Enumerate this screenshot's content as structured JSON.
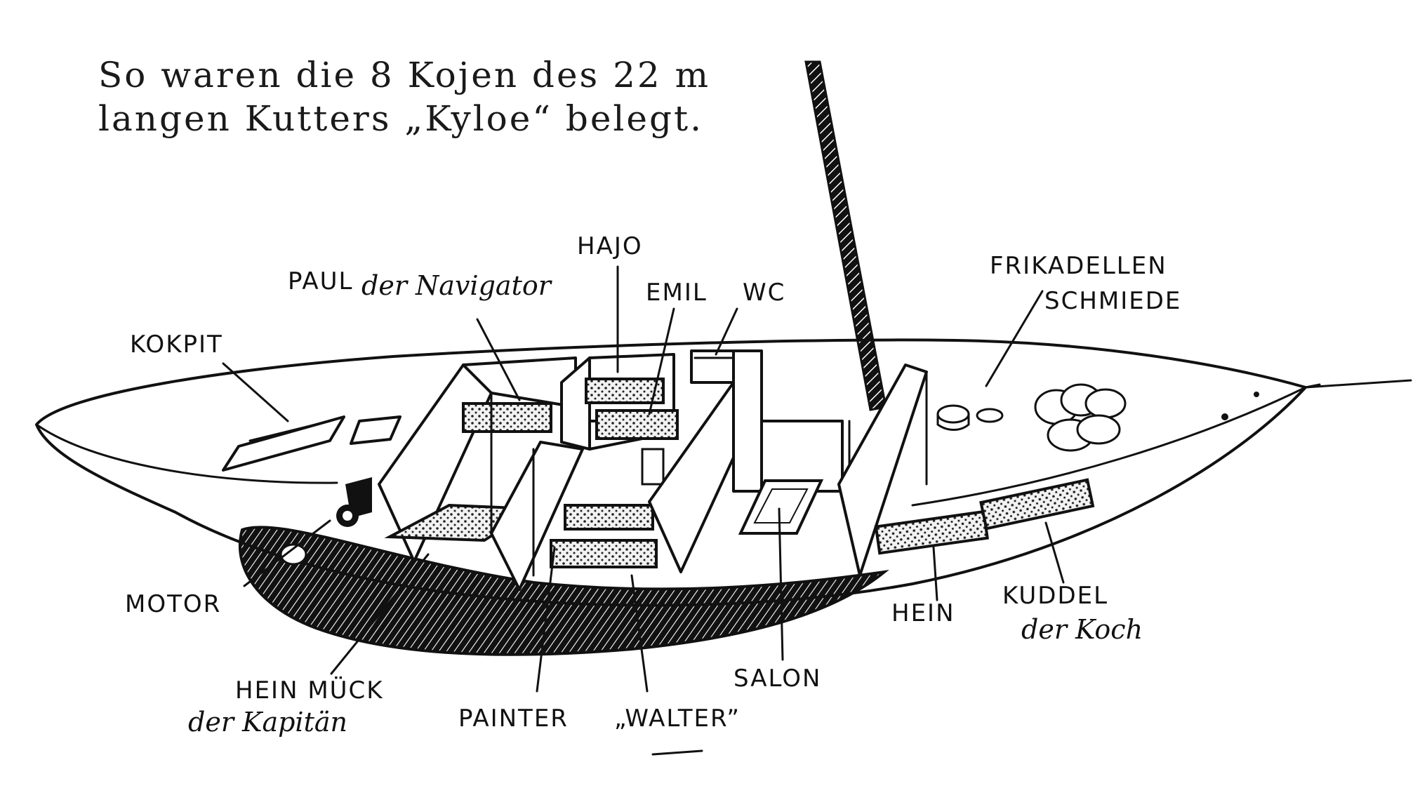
{
  "caption": {
    "line1": "So waren die 8 Kojen des 22 m",
    "line2": "langen Kutters „Kyloe“ belegt."
  },
  "labels": {
    "kokpit": "KOKPIT",
    "paul": "PAUL",
    "paul_sub": "der Navigator",
    "hajo": "HAJO",
    "emil": "EMIL",
    "wc": "WC",
    "frikadellen": "FRIKADELLEN",
    "schmiede": "SCHMIEDE",
    "motor": "MOTOR",
    "hein_muck": "HEIN MÜCK",
    "hein_muck_sub": "der Kapitän",
    "painter": "PAINTER",
    "walter": "„WALTER”",
    "salon": "SALON",
    "hein": "HEIN",
    "kuddel": "KUDDEL",
    "kuddel_sub": "der Koch"
  }
}
